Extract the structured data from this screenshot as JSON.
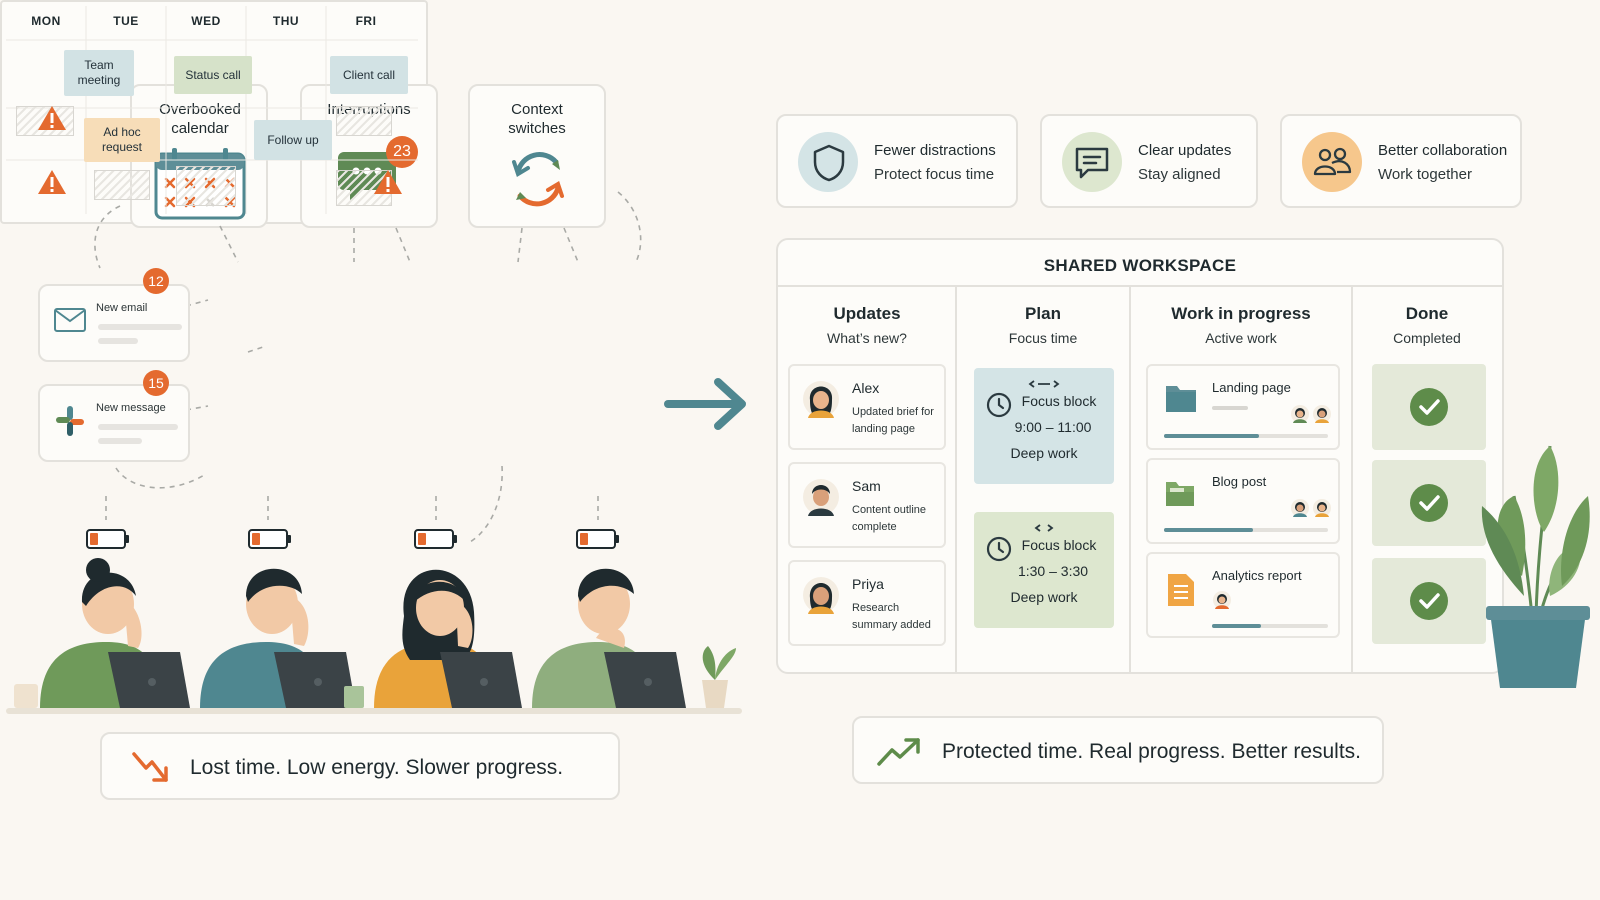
{
  "problems": {
    "overbooked": "Overbooked calendar",
    "interruptions": "Interruptions",
    "interruptions_count": "23",
    "context": "Context switches"
  },
  "notifications": {
    "email_label": "New email",
    "email_count": "12",
    "message_label": "New message",
    "message_count": "15"
  },
  "calendar": {
    "days": [
      "MON",
      "TUE",
      "WED",
      "THU",
      "FRI"
    ],
    "events": {
      "team_meeting": "Team meeting",
      "status_call": "Status call",
      "client_call": "Client call",
      "ad_hoc": "Ad hoc request",
      "follow_up": "Follow up"
    }
  },
  "left_banner": "Lost time. Low energy. Slower progress.",
  "benefits": [
    {
      "title": "Fewer distractions",
      "subtitle": "Protect focus time"
    },
    {
      "title": "Clear updates",
      "subtitle": "Stay aligned"
    },
    {
      "title": "Better collaboration",
      "subtitle": "Work together"
    }
  ],
  "workspace": {
    "title": "SHARED WORKSPACE",
    "columns": [
      {
        "title": "Updates",
        "subtitle": "What’s new?"
      },
      {
        "title": "Plan",
        "subtitle": "Focus time"
      },
      {
        "title": "Work in progress",
        "subtitle": "Active work"
      },
      {
        "title": "Done",
        "subtitle": "Completed"
      }
    ],
    "updates": [
      {
        "name": "Alex",
        "desc": "Updated brief for landing page"
      },
      {
        "name": "Sam",
        "desc": "Content outline complete"
      },
      {
        "name": "Priya",
        "desc": "Research summary added"
      }
    ],
    "plan": [
      {
        "title": "Focus block",
        "time": "9:00 – 11:00",
        "note": "Deep work"
      },
      {
        "title": "Focus block",
        "time": "1:30 – 3:30",
        "note": "Deep work"
      }
    ],
    "wip": [
      {
        "title": "Landing page"
      },
      {
        "title": "Blog post"
      },
      {
        "title": "Analytics report"
      }
    ]
  },
  "right_banner": "Protected time. Real progress. Better results.",
  "colors": {
    "accent_orange": "#e46a2f",
    "teal": "#4f8790",
    "green": "#5e8c4a",
    "focus_blue": "#d4e4e6",
    "focus_green": "#dde7cf"
  }
}
